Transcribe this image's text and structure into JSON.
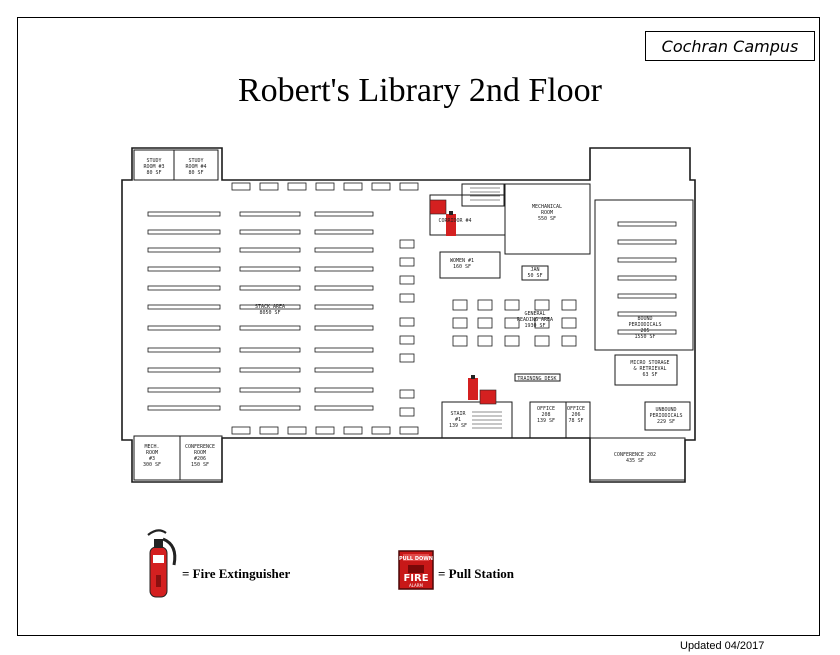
{
  "campus_label": "Cochran Campus",
  "title": "Robert's Library 2nd Floor",
  "rooms": [
    {
      "id": "study3",
      "lines": [
        "STUDY",
        "ROOM #3",
        "80 SF"
      ]
    },
    {
      "id": "study4",
      "lines": [
        "STUDY",
        "ROOM #4",
        "80 SF"
      ]
    },
    {
      "id": "stack",
      "lines": [
        "STACK AREA",
        "8050 SF"
      ]
    },
    {
      "id": "corridor",
      "lines": [
        "CORRIDOR #4"
      ]
    },
    {
      "id": "mechanical",
      "lines": [
        "MECHANICAL",
        "ROOM",
        "550 SF"
      ]
    },
    {
      "id": "women",
      "lines": [
        "WOMEN #1",
        "160 SF"
      ]
    },
    {
      "id": "jan",
      "lines": [
        "JAN",
        "50 SF"
      ]
    },
    {
      "id": "reading",
      "lines": [
        "GENERAL",
        "READING AREA",
        "1930 SF"
      ]
    },
    {
      "id": "periodicals",
      "lines": [
        "BOUND",
        "PERIODICALS",
        "205",
        "1550 SF"
      ]
    },
    {
      "id": "microstorage",
      "lines": [
        "MICRO STORAGE",
        "& RETRIEVAL",
        "63 SF"
      ]
    },
    {
      "id": "unbound",
      "lines": [
        "UNBOUND",
        "PERIODICALS",
        "229 SF"
      ]
    },
    {
      "id": "training",
      "lines": [
        "TRAINING DESK"
      ]
    },
    {
      "id": "stair",
      "lines": [
        "STAIR",
        "#1",
        "139 SF"
      ]
    },
    {
      "id": "office208",
      "lines": [
        "OFFICE",
        "208",
        "139 SF"
      ]
    },
    {
      "id": "office",
      "lines": [
        "OFFICE",
        "206",
        "78 SF"
      ]
    },
    {
      "id": "mech3",
      "lines": [
        "MECH.",
        "ROOM",
        "#3",
        "300 SF"
      ]
    },
    {
      "id": "conf206",
      "lines": [
        "CONFERENCE",
        "ROOM",
        "#206",
        "150 SF"
      ]
    },
    {
      "id": "conf202",
      "lines": [
        "CONFERENCE 202",
        "435 SF"
      ]
    }
  ],
  "legend": {
    "extinguisher": "= Fire Extinguisher",
    "pull_station": "= Pull Station",
    "pull_sign_top": "PULL DOWN",
    "pull_sign_main": "FIRE",
    "pull_sign_bottom": "ALARM"
  },
  "updated": "Updated 04/2017",
  "colors": {
    "alarm_red": "#d42020",
    "line": "#1a1a1a"
  }
}
